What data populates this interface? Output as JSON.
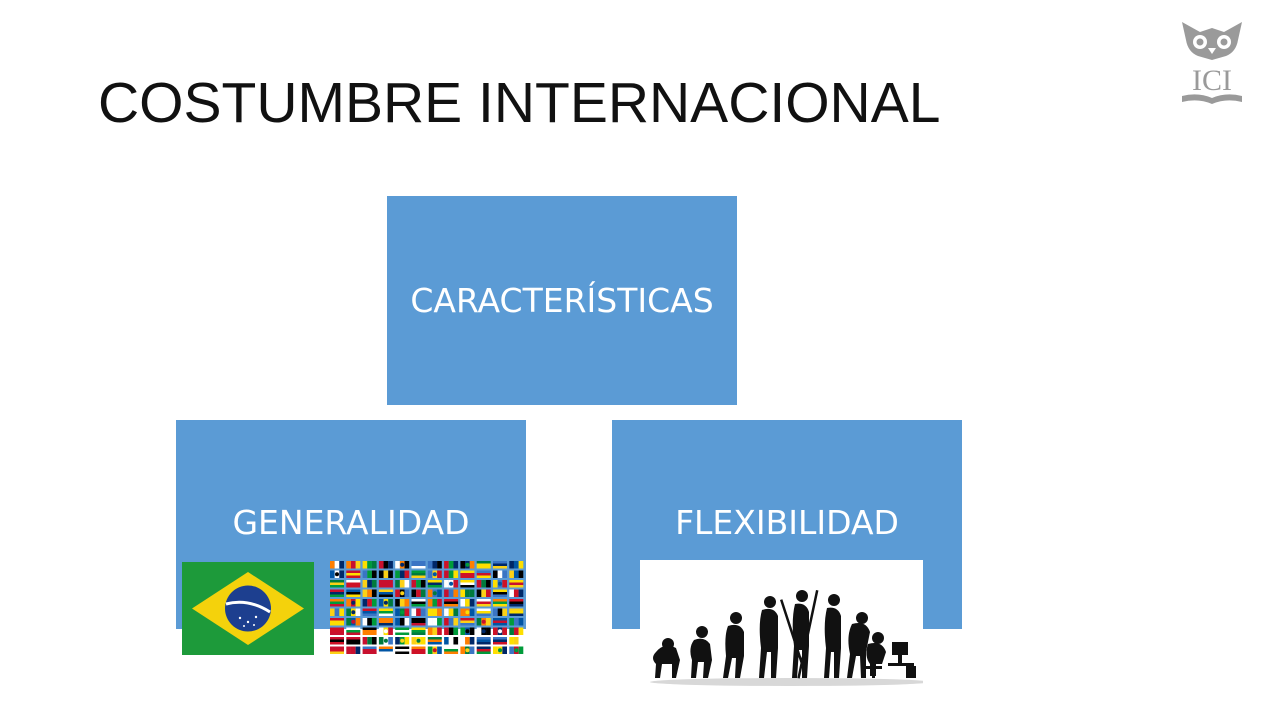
{
  "slide": {
    "title": "COSTUMBRE INTERNACIONAL",
    "logo_text": "ICI"
  },
  "diagram": {
    "top_box": "CARACTERÍSTICAS",
    "left_box": "GENERALIDAD",
    "right_box": "FLEXIBILIDAD"
  },
  "colors": {
    "box_fill": "#5b9bd5",
    "logo_gray": "#9a9a9a",
    "brazil_green": "#1d9a3a",
    "brazil_yellow": "#f4d20c",
    "brazil_blue": "#1d3f8f"
  },
  "icons": {
    "logo": "owl-book-logo",
    "left_image": "brazil-flag",
    "middle_image": "world-flags-grid",
    "right_image": "human-evolution-silhouettes"
  }
}
